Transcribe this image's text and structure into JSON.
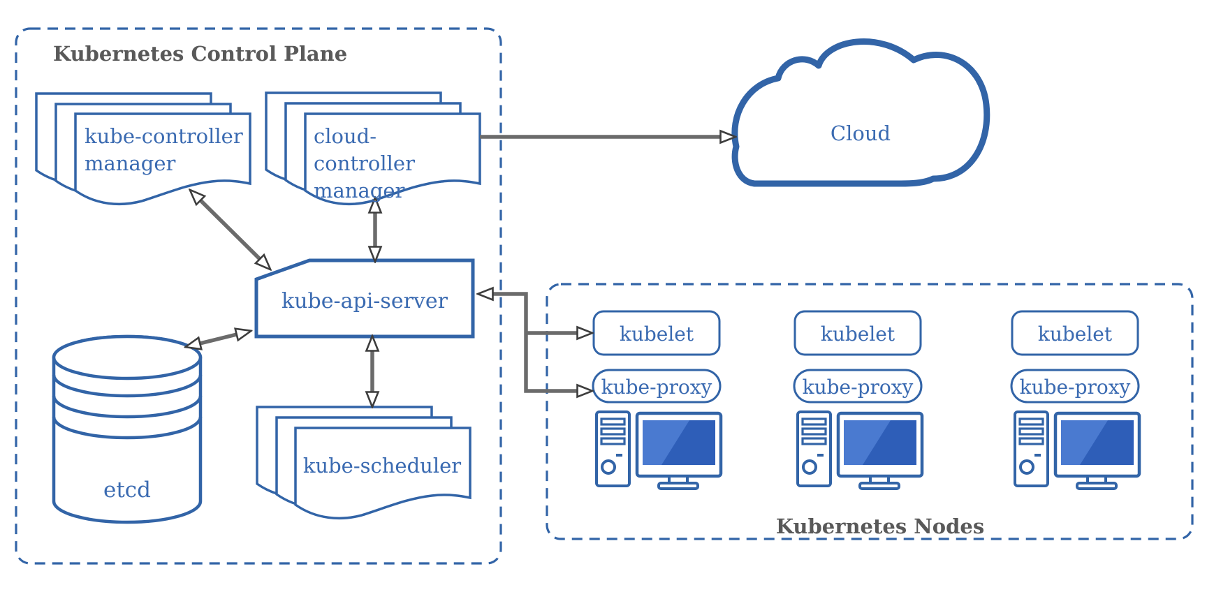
{
  "control_plane": {
    "title": "Kubernetes Control Plane",
    "kube_controller_manager": "kube-controller manager",
    "cloud_controller_manager": "cloud-controller manager",
    "kube_api_server": "kube-api-server",
    "etcd": "etcd",
    "kube_scheduler": "kube-scheduler"
  },
  "cloud": {
    "label": "Cloud"
  },
  "nodes_group": {
    "title": "Kubernetes Nodes",
    "nodes": [
      {
        "kubelet_label": "kubelet",
        "kube_proxy_label": "kube-proxy"
      },
      {
        "kubelet_label": "kubelet",
        "kube_proxy_label": "kube-proxy"
      },
      {
        "kubelet_label": "kubelet",
        "kube_proxy_label": "kube-proxy"
      }
    ]
  },
  "colors": {
    "shape_border": "#3264a7",
    "label_text": "#3a6ab1",
    "group_title": "#595959",
    "arrow": "#6b6b6b",
    "arrowhead_outline": "#3d3d3d",
    "screen_dark": "#2e5eb8",
    "screen_light": "#4a7ad0"
  }
}
